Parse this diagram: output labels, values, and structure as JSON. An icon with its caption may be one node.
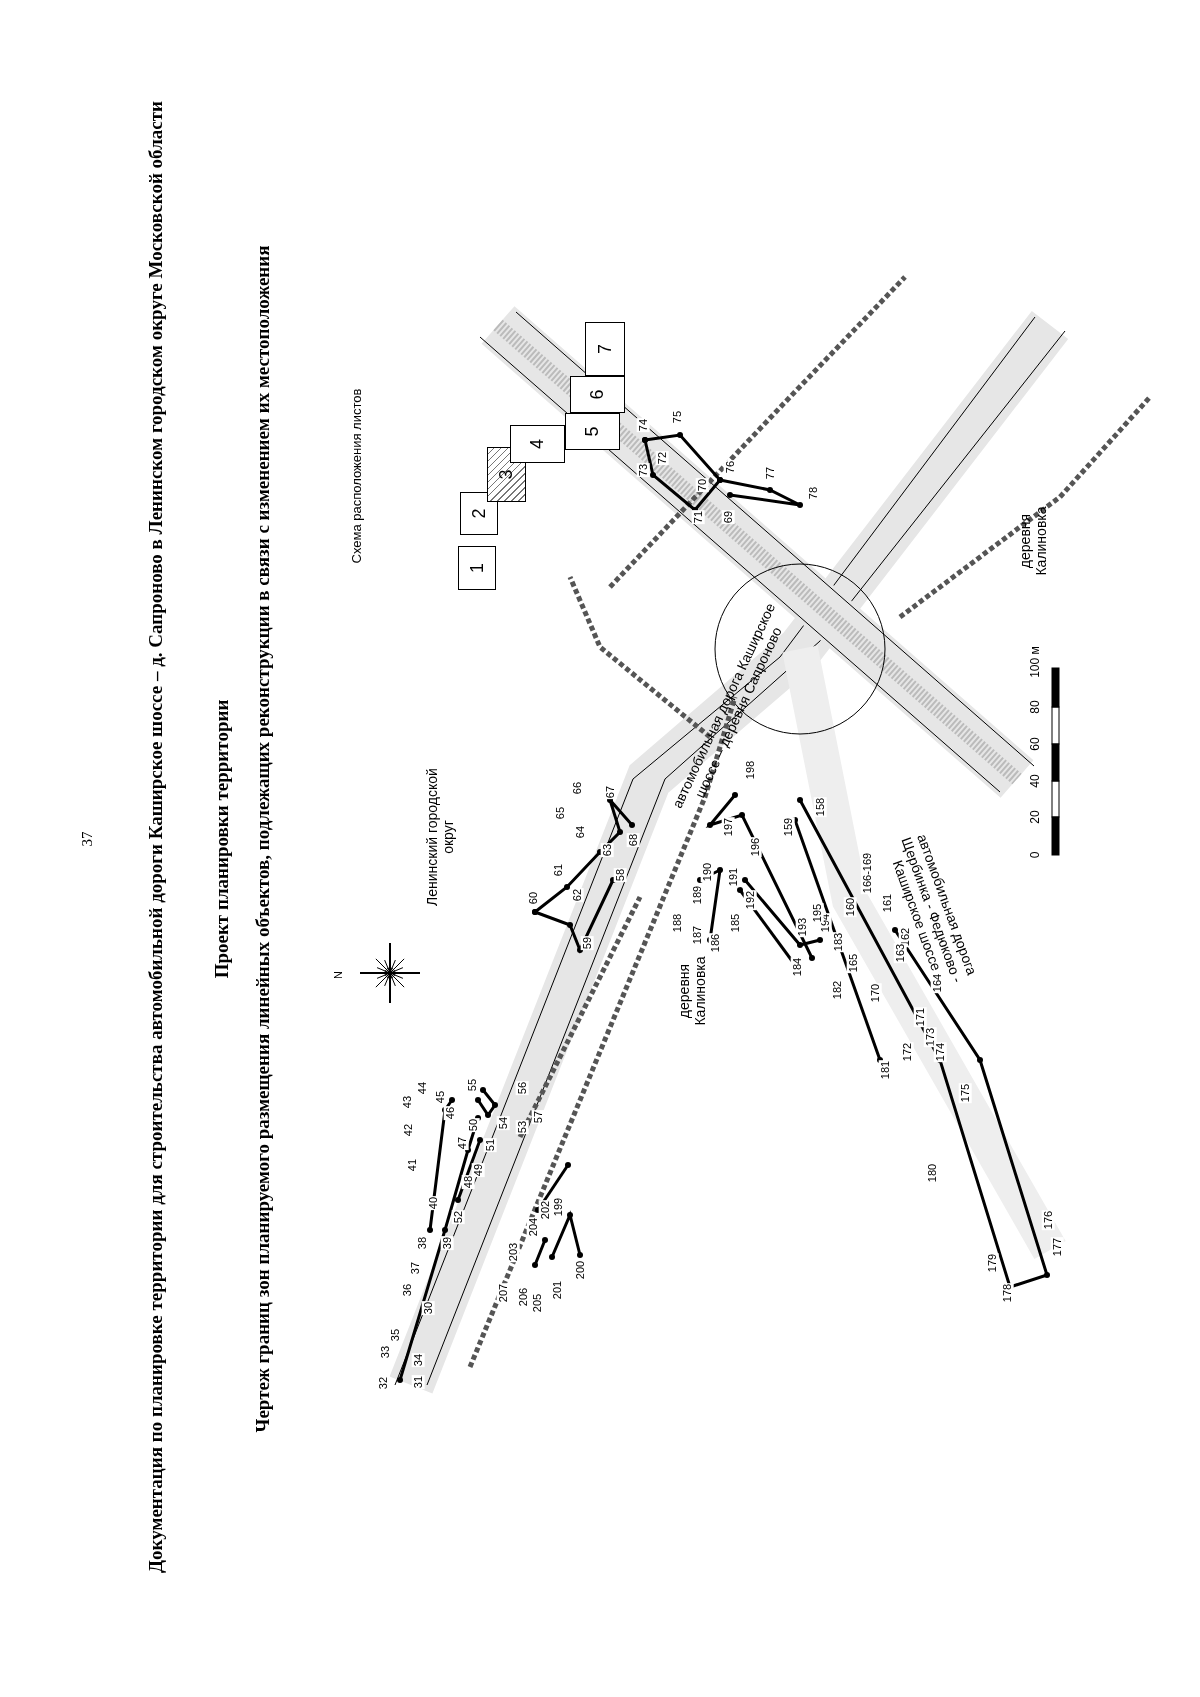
{
  "diagram": {
    "title": "Документация по планировке территории для строительства автомобильной дороги Каширское шоссе – д. Сапроново в Ленинском городском округе Московской области",
    "nodes": [
      {
        "text": [
          "1"
        ]
      },
      {
        "text": [
          "2"
        ]
      },
      {
        "text": [
          "3"
        ]
      },
      {
        "text": [
          "4"
        ]
      },
      {
        "text": [
          "5"
        ]
      },
      {
        "text": [
          "6"
        ]
      },
      {
        "text": [
          "7"
        ]
      }
    ],
    "labels": [
      "37",
      "Проект планировки территории",
      "Чертеж границ зон планируемого размещения линейных объектов, подлежащих реконструкции в связи с изменением их местоположения",
      "Схема расположения листов",
      "Ленинский городской округ",
      "деревня Калиновка",
      "деревня Калиновка",
      "автомобильная дорога Каширское шоссе – деревня Сапроново",
      "автомобильная дорога Щербинка - Федюково - Каширское шоссе",
      "N",
      "0",
      "20",
      "40",
      "60",
      "80",
      "100 м",
      "32",
      "33",
      "35",
      "31",
      "34",
      "36",
      "37",
      "38",
      "30",
      "39",
      "40",
      "41",
      "42",
      "43",
      "44",
      "45",
      "46",
      "47",
      "48",
      "49",
      "50",
      "51",
      "52",
      "53",
      "54",
      "55",
      "56",
      "57",
      "58",
      "59",
      "60",
      "61",
      "62",
      "63",
      "64",
      "65",
      "66",
      "67",
      "68",
      "69",
      "70",
      "71",
      "72",
      "73",
      "74",
      "75",
      "76",
      "77",
      "78",
      "158",
      "159",
      "160",
      "161",
      "162",
      "163",
      "164",
      "165",
      "166-169",
      "170",
      "171",
      "172",
      "173",
      "174",
      "175",
      "176",
      "177",
      "178",
      "179",
      "180",
      "181",
      "182",
      "183",
      "184",
      "185",
      "186",
      "187",
      "188",
      "189",
      "190",
      "191",
      "192",
      "193",
      "194",
      "195",
      "196",
      "197",
      "198",
      "199",
      "200",
      "201",
      "202",
      "203",
      "204",
      "205",
      "206",
      "207"
    ]
  }
}
